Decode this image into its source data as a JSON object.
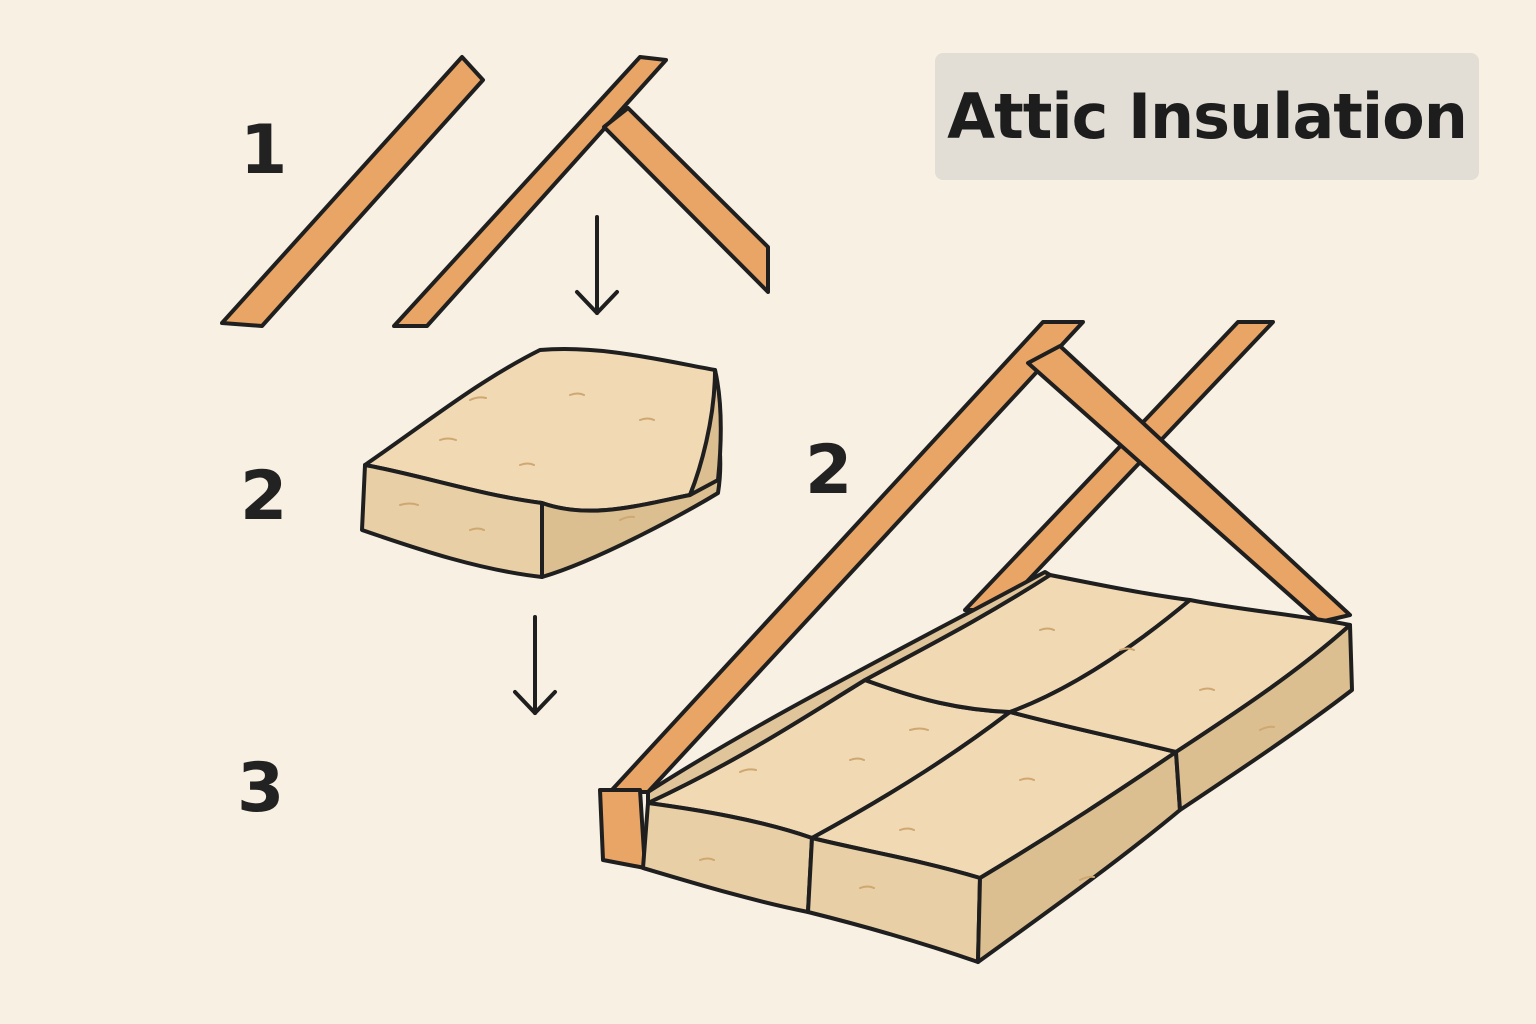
{
  "title": "Attic Insulation",
  "steps": [
    "1",
    "2",
    "3"
  ],
  "scene_label": "2",
  "colors": {
    "background": "#f7f0e3",
    "title_box": "#e3ded5",
    "rafter": "#e8a566",
    "insulation_top": "#f1d9b4",
    "insulation_side": "#e9cfa6",
    "insulation_shadow": "#dcbf90",
    "outline": "#1f1f1f"
  }
}
